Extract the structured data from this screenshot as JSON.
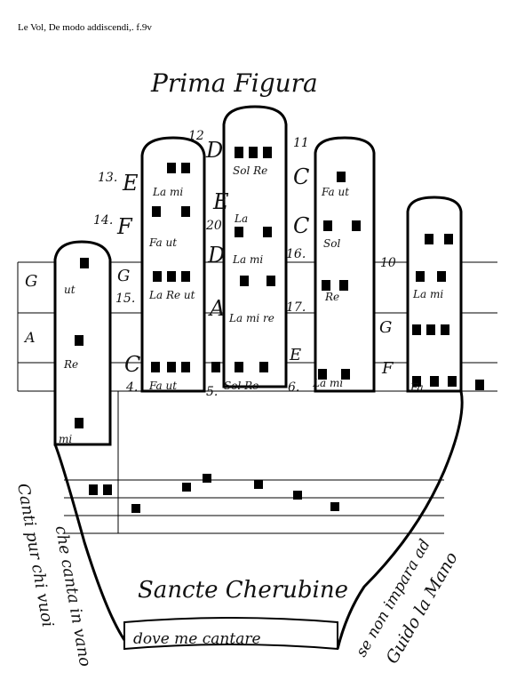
{
  "caption": "Le Vol, De modo addiscendi,. f.9v",
  "manuscript": {
    "title": "Prima Figura",
    "banner_text": "Sancte Cherubine",
    "scroll_text": "dove me cantare",
    "left_text_1": "Canti pur chi vuoi",
    "left_text_2": "che canta in vano",
    "right_text_1": "se non impara ad",
    "right_text_2": "Guido la Mano"
  },
  "hand_labels": {
    "letters": [
      {
        "text": "D",
        "name": "letter-d-top"
      },
      {
        "text": "E",
        "name": "letter-e-13"
      },
      {
        "text": "F",
        "name": "letter-f-14"
      },
      {
        "text": "G",
        "name": "letter-g-thumb"
      },
      {
        "text": "C",
        "name": "letter-c-thumb"
      },
      {
        "text": "E",
        "name": "letter-e-ring"
      },
      {
        "text": "D",
        "name": "letter-d-middle"
      },
      {
        "text": "A",
        "name": "letter-a-middle"
      },
      {
        "text": "C",
        "name": "letter-c-ring"
      },
      {
        "text": "C",
        "name": "letter-c-ring2"
      },
      {
        "text": "G",
        "name": "letter-g-pinky"
      },
      {
        "text": "F",
        "name": "letter-f-pinky"
      },
      {
        "text": "E",
        "name": "letter-e-base"
      },
      {
        "text": "G",
        "name": "letter-g-left"
      },
      {
        "text": "A",
        "name": "letter-a-left"
      }
    ],
    "numbers": [
      {
        "text": "12",
        "name": "number-12"
      },
      {
        "text": "13.",
        "name": "number-13"
      },
      {
        "text": "14.",
        "name": "number-14"
      },
      {
        "text": "15.",
        "name": "number-15"
      },
      {
        "text": "16.",
        "name": "number-16"
      },
      {
        "text": "17.",
        "name": "number-17"
      },
      {
        "text": "20",
        "name": "number-20"
      },
      {
        "text": "4.",
        "name": "number-4"
      },
      {
        "text": "5.",
        "name": "number-5"
      },
      {
        "text": "6.",
        "name": "number-6"
      },
      {
        "text": "10",
        "name": "number-10"
      },
      {
        "text": "11",
        "name": "number-11"
      }
    ],
    "syllables": [
      {
        "text": "ut",
        "name": "syllable-ut"
      },
      {
        "text": "Re",
        "name": "syllable-re"
      },
      {
        "text": "mi",
        "name": "syllable-mi"
      },
      {
        "text": "La mi",
        "name": "syllable-la-mi"
      },
      {
        "text": "Fa ut",
        "name": "syllable-fa-ut-index"
      },
      {
        "text": "La Re ut",
        "name": "syllable-la-re-ut"
      },
      {
        "text": "Fa ut",
        "name": "syllable-fa-ut-thumb"
      },
      {
        "text": "Sol Re",
        "name": "syllable-sol-re"
      },
      {
        "text": "La mi",
        "name": "syllable-la-mi-ring"
      },
      {
        "text": "La mi",
        "name": "syllable-la-mi-pinky"
      },
      {
        "text": "Sol Re",
        "name": "syllable-sol-re-top"
      },
      {
        "text": "La mi re",
        "name": "syllable-la-mi-re"
      },
      {
        "text": "Fa ut",
        "name": "syllable-fa-ut-ring"
      },
      {
        "text": "La mi",
        "name": "syllable-la-mi-middle"
      },
      {
        "text": "Sol",
        "name": "syllable-sol"
      },
      {
        "text": "Fa",
        "name": "syllable-fa"
      },
      {
        "text": "La",
        "name": "syllable-la"
      },
      {
        "text": "Re",
        "name": "syllable-re-middle"
      }
    ]
  }
}
